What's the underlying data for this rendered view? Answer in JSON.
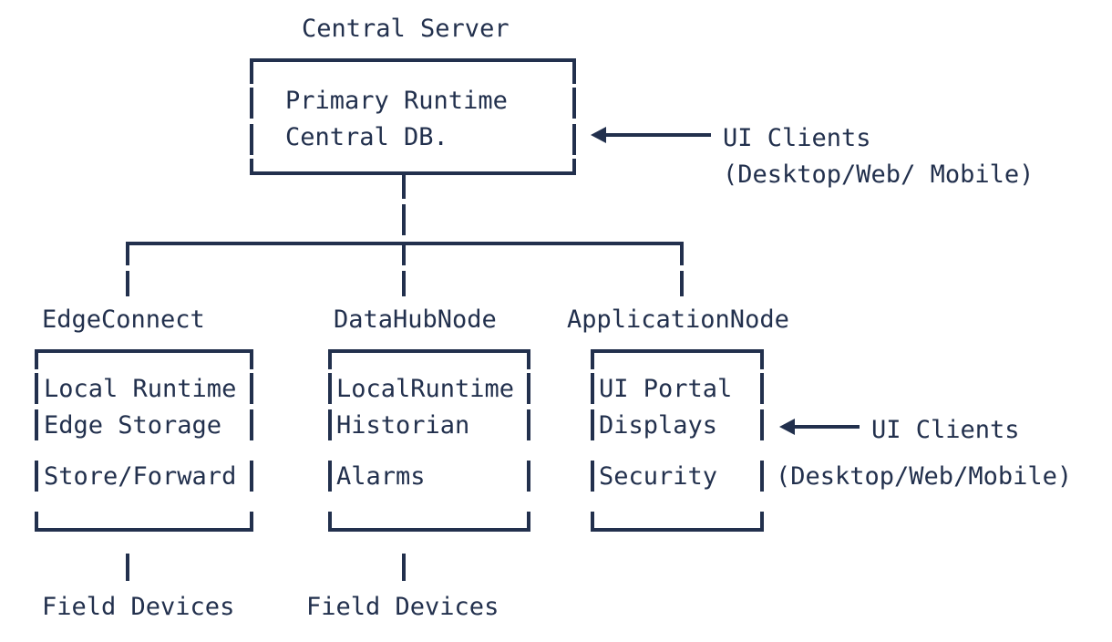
{
  "diagram": {
    "title": "Central Server",
    "background": "#ffffff",
    "stroke_color": "#22304d",
    "central": {
      "label": "Central Server",
      "lines": [
        "Primary Runtime",
        "Central DB."
      ],
      "annotation": {
        "arrow": "left-arrow",
        "line1": "UI Clients",
        "line2": "(Desktop/Web/ Mobile)"
      }
    },
    "nodes": [
      {
        "name": "EdgeConnect",
        "lines": [
          "Local Runtime",
          "Edge Storage",
          "Store/Forward"
        ],
        "child": "Field Devices"
      },
      {
        "name": "DataHubNode",
        "lines": [
          "LocalRuntime",
          "Historian",
          "Alarms"
        ],
        "child": "Field Devices"
      },
      {
        "name": "ApplicationNode",
        "lines": [
          "UI Portal",
          "Displays",
          "Security"
        ],
        "child": null,
        "annotation": {
          "arrow": "left-arrow",
          "line1": "UI Clients",
          "line2": "(Desktop/Web/Mobile)"
        }
      }
    ]
  }
}
